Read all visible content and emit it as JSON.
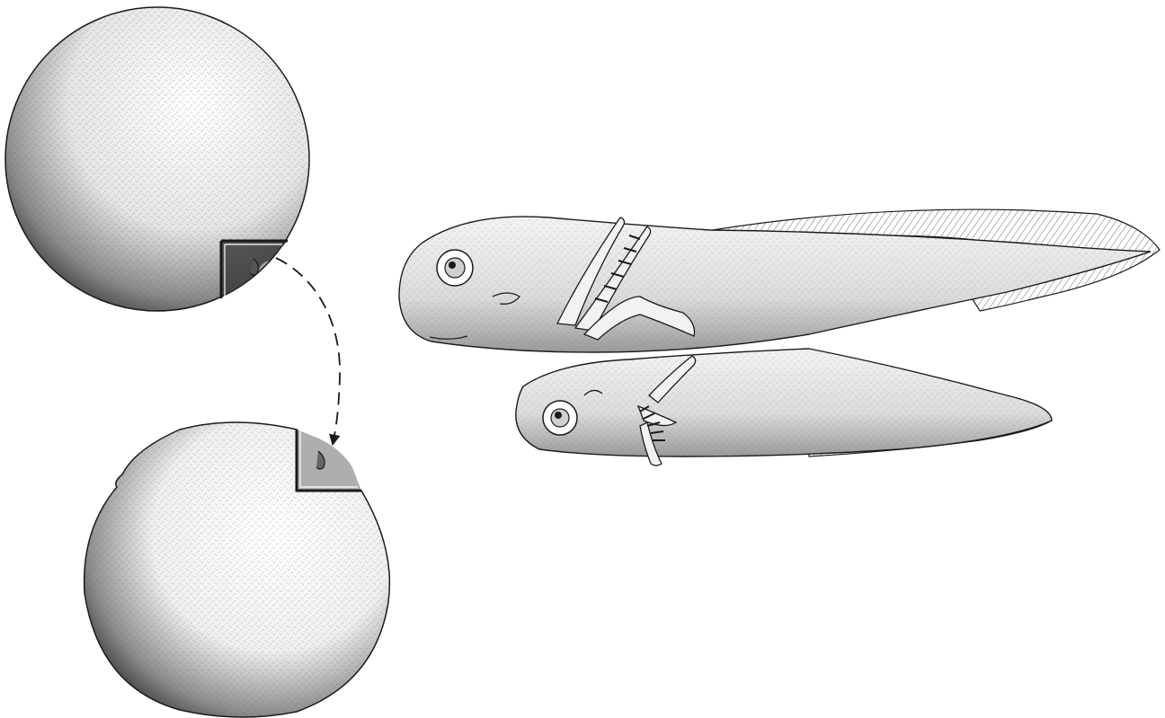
{
  "figure": {
    "panels": [
      {
        "id": "donor-embryo",
        "description_icon": "stippled-sphere-with-cut-notch"
      },
      {
        "id": "host-embryo",
        "description_icon": "stippled-sphere-with-grafted-notch"
      },
      {
        "id": "larvae",
        "description_icon": "two-salamander-larvae"
      }
    ],
    "arrow": {
      "style": "dashed",
      "icon": "transplant-arrow"
    },
    "colors": {
      "ink": "#1a1a1a",
      "paper": "#ffffff"
    }
  }
}
